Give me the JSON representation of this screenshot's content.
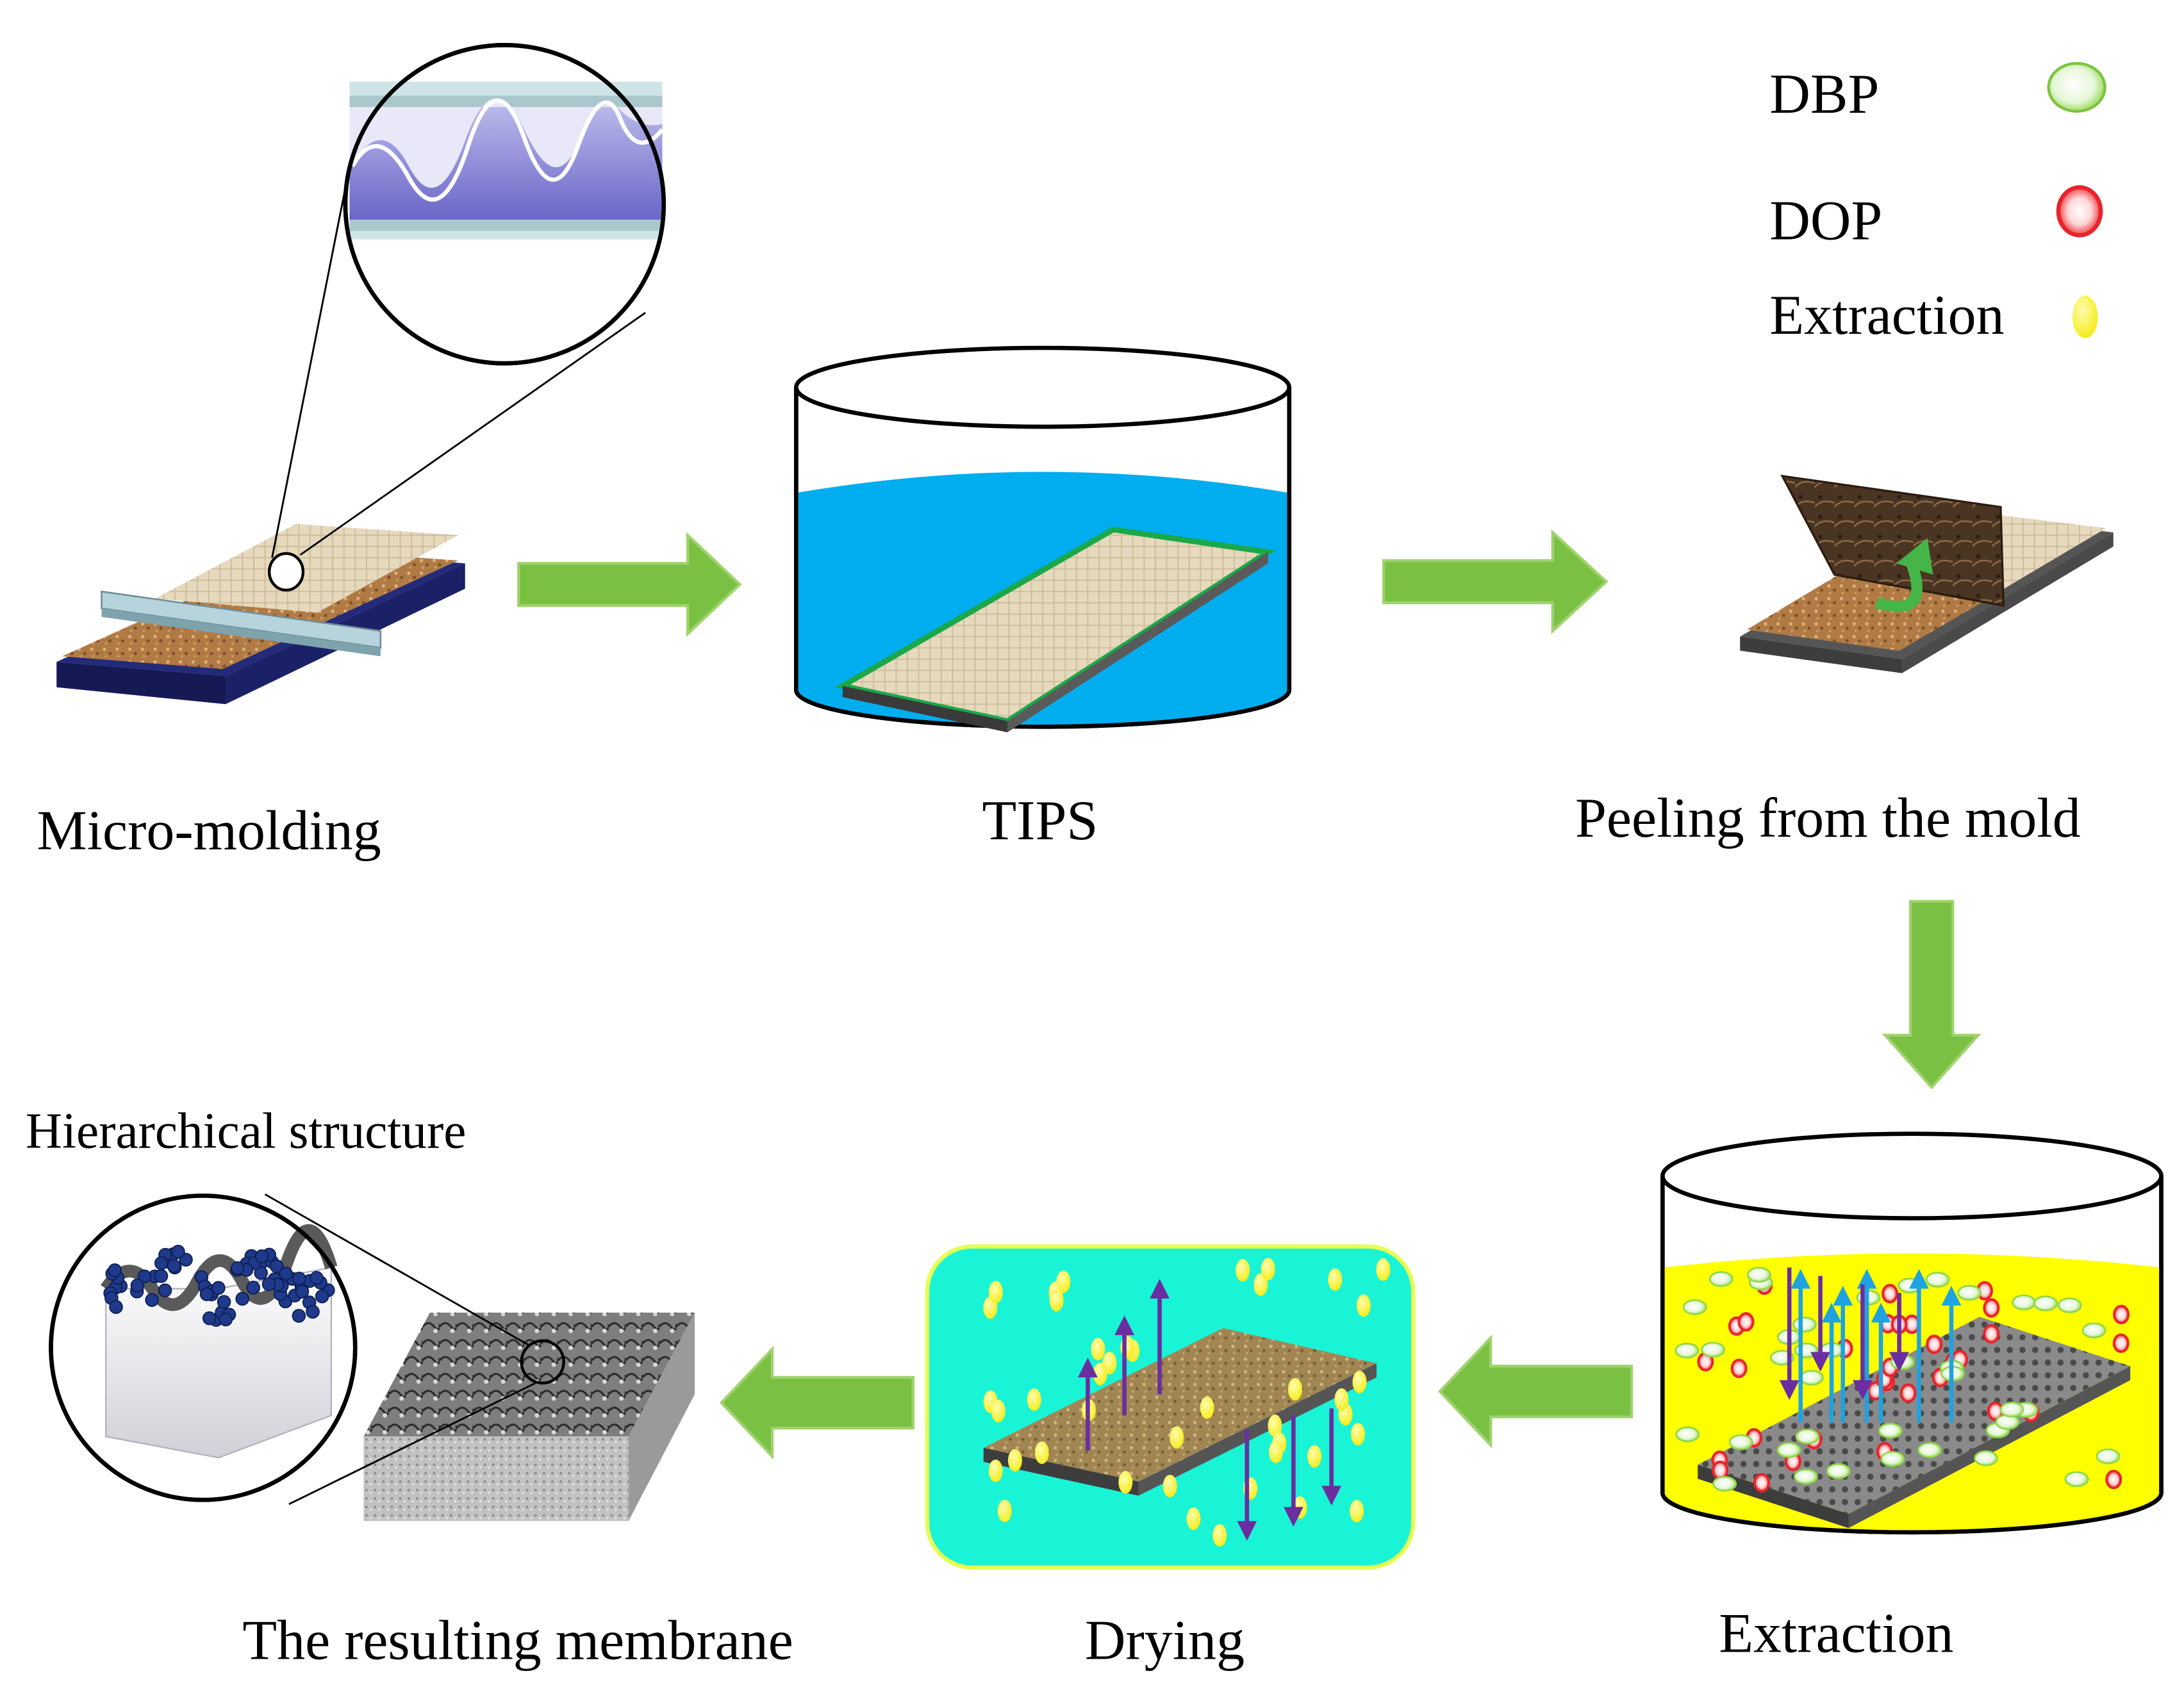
{
  "labels": {
    "micro_molding": "Micro-molding",
    "tips": "TIPS",
    "peeling": "Peeling from the mold",
    "extraction": "Extraction",
    "drying": "Drying",
    "resulting": "The resulting membrane",
    "hierarchical": "Hierarchical structure"
  },
  "legend": [
    {
      "label": "DBP",
      "icon": "green-ellipse-icon",
      "color": "#8fd64a"
    },
    {
      "label": "DOP",
      "icon": "red-ring-icon",
      "color": "#e8242a"
    },
    {
      "label": "Extraction",
      "icon": "yellow-dot-icon",
      "color": "#f4ec12"
    }
  ],
  "colors": {
    "arrow": "#7ac043",
    "tips_bath": "#00aeef",
    "extraction_bath": "#ffff00",
    "drying_panel": "#19f4d6",
    "up_arrow": "#1fa3e0",
    "down_arrow": "#6a2ea0"
  }
}
